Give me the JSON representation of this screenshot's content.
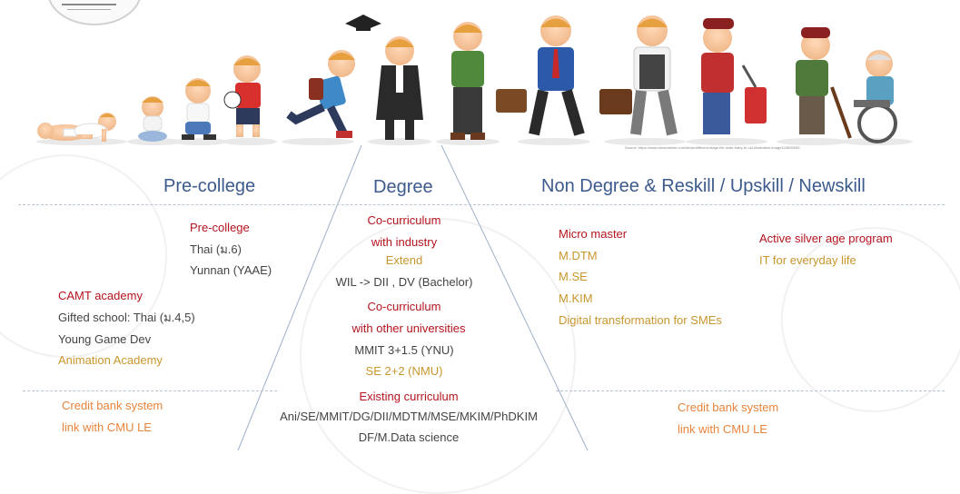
{
  "source_caption": "Source: https://www.dreamstime.com/stock/different-stage-life-male-baby-to-old-illustration-image103899539",
  "headers": {
    "precollege": "Pre-college",
    "degree": "Degree",
    "nondegree": "Non Degree & Reskill / Upskill / Newskill"
  },
  "precollege": {
    "title": "Pre-college",
    "thai": "Thai (ม.6)",
    "yunnan": "Yunnan (YAAE)",
    "camt_title": "CAMT academy",
    "gifted": "Gifted school: Thai (ม.4,5)",
    "young_game": "Young Game Dev",
    "animation": "Animation Academy",
    "credit_1": "Credit bank system",
    "credit_2": "link with CMU LE"
  },
  "degree": {
    "cocurr_industry_1": "Co-curriculum",
    "cocurr_industry_2": "with industry",
    "extend": "Extend",
    "wil": "WIL -> DII , DV (Bachelor)",
    "cocurr_univ_1": "Co-curriculum",
    "cocurr_univ_2": "with other universities",
    "mmit": "MMIT 3+1.5 (YNU)",
    "se": "SE 2+2 (NMU)",
    "existing": "Existing curriculum",
    "programs": "Ani/SE/MMIT/DG/DII/MDTM/MSE/MKIM/PhDKIM",
    "df": "DF/M.Data science"
  },
  "nondegree": {
    "micro_master": "Micro master",
    "mdtm": "M.DTM",
    "mse": "M.SE",
    "mkim": "M.KIM",
    "digital": "Digital transformation for SMEs",
    "silver": "Active silver age program",
    "it_everyday": "IT for everyday life",
    "credit_1": "Credit bank system",
    "credit_2": "link with CMU LE"
  },
  "colors": {
    "header_blue": "#3c5a8c",
    "red": "#b4141e",
    "gold": "#c8962c",
    "orange": "#e8843c"
  }
}
